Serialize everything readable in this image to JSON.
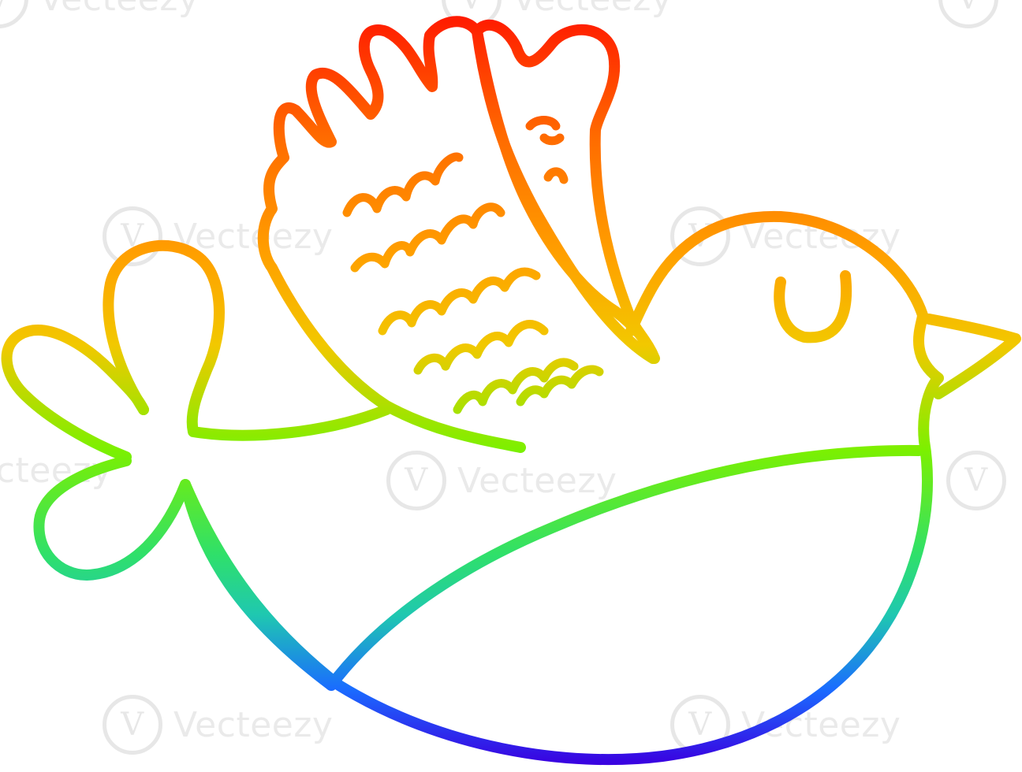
{
  "image": {
    "subject": "bird-with-ribbon",
    "style": "rainbow-gradient-line-art",
    "background_color": "#ffffff",
    "gradient_colors": [
      "#ff1a00",
      "#ff8c00",
      "#f2c800",
      "#7cf000",
      "#1fd68a",
      "#1a6cff",
      "#3a00e0"
    ]
  },
  "watermark": {
    "text": "Vecteezy",
    "badge_glyph": "V",
    "color": "#d9d9d9"
  }
}
